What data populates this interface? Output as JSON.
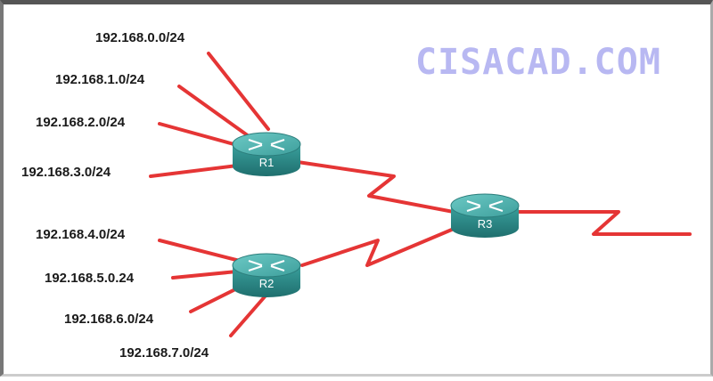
{
  "watermark": "CISACAD.COM",
  "routers": [
    {
      "id": "r1",
      "label": "R1"
    },
    {
      "id": "r2",
      "label": "R2"
    },
    {
      "id": "r3",
      "label": "R3"
    }
  ],
  "networks": [
    {
      "id": "n0",
      "router": "r1",
      "label": "192.168.0.0/24"
    },
    {
      "id": "n1",
      "router": "r1",
      "label": "192.168.1.0/24"
    },
    {
      "id": "n2",
      "router": "r1",
      "label": "192.168.2.0/24"
    },
    {
      "id": "n3",
      "router": "r1",
      "label": "192.168.3.0/24"
    },
    {
      "id": "n4",
      "router": "r2",
      "label": "192.168.4.0/24"
    },
    {
      "id": "n5",
      "router": "r2",
      "label": "192.168.5.0.24"
    },
    {
      "id": "n6",
      "router": "r2",
      "label": "192.168.6.0/24"
    },
    {
      "id": "n7",
      "router": "r2",
      "label": "192.168.7.0/24"
    }
  ],
  "colors": {
    "link": "#e53535",
    "router_body": "#2f8f8f",
    "router_top": "#49b1ae",
    "watermark": "#b8b8f2"
  }
}
